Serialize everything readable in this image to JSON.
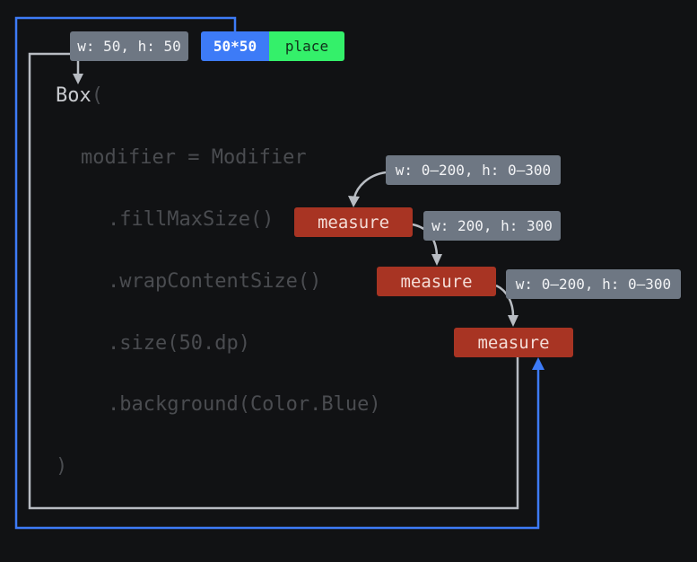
{
  "code": {
    "line1_keyword": "Box",
    "line1_paren": "(",
    "line2": "modifier = Modifier",
    "line3": ".fillMaxSize()",
    "line4": ".wrapContentSize()",
    "line5": ".size(50.dp)",
    "line6": ".background(Color.Blue)",
    "line7": ")"
  },
  "tags": {
    "top_size": "w: 50, h: 50",
    "placed_size": "50*50",
    "place": "place",
    "constraint1": "w: 0–200, h: 0–300",
    "constraint2": "w: 200, h: 300",
    "constraint3": "w: 0–200, h: 0–300",
    "measure1": "measure",
    "measure2": "measure",
    "measure3": "measure"
  },
  "colors": {
    "blue_line": "#3d7bf7",
    "gray_line": "#b8bcc2",
    "measure_fill": "#a83423",
    "size_fill": "#6e7783",
    "place_fill": "#34f06a"
  }
}
